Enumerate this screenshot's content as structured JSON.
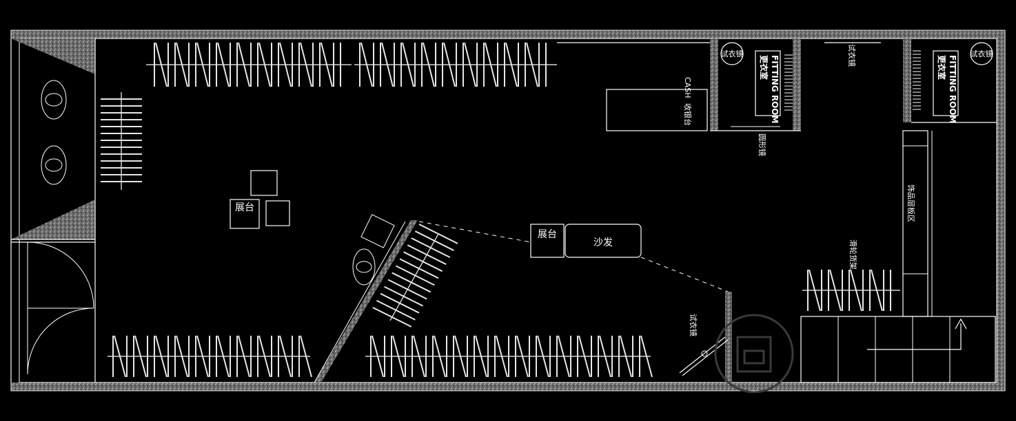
{
  "colors": {
    "background": "#000000",
    "lines": "#ffffff",
    "wall_fill": "#9a9a9a"
  },
  "labels": {
    "display_table_1": "展台",
    "display_table_2": "展台",
    "sofa": "沙发",
    "cash_en": "CASH",
    "cash_cn": "收银台",
    "round_mirror": "圆形镜",
    "fitting_mirror_top": "试衣镜",
    "fitting_mirror_bottom": "试衣镜",
    "fitting_room_en_1": "FITTING ROOM",
    "fitting_room_cn_1": "更衣室",
    "fitting_room_en_2": "FITTING ROOM",
    "fitting_room_cn_2": "更衣室",
    "mirror_circle_1": "试衣镜",
    "mirror_circle_2": "试衣镜",
    "accessory_shelf": "饰品层板区",
    "rolling_rack": "滑轮货架"
  },
  "icons": [
    "hanger-rack-icon",
    "chair-icon",
    "door-swing-icon",
    "stair-arrow-icon",
    "watermark-logo"
  ]
}
